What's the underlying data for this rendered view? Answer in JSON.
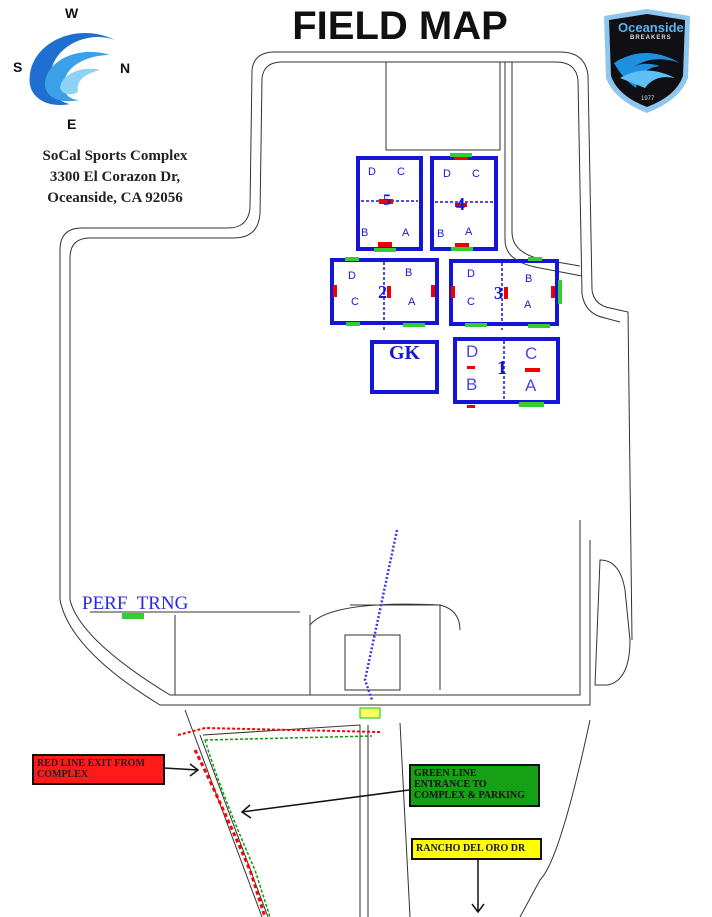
{
  "title": "FIELD MAP",
  "compass": {
    "top": "W",
    "left": "S",
    "right": "N",
    "bottom": "E"
  },
  "address": {
    "line1": "SoCal Sports Complex",
    "line2": "3300 El Corazon Dr,",
    "line3": "Oceanside, CA 92056"
  },
  "logo": {
    "name": "Oceanside",
    "sub": "BREAKERS",
    "year": "1977"
  },
  "fields": [
    {
      "number": "5",
      "quadrants": [
        "D",
        "C",
        "B",
        "A"
      ]
    },
    {
      "number": "4",
      "quadrants": [
        "D",
        "C",
        "B",
        "A"
      ]
    },
    {
      "number": "2",
      "quadrants": [
        "D",
        "B",
        "C",
        "A"
      ]
    },
    {
      "number": "3",
      "quadrants": [
        "D",
        "B",
        "C",
        "A"
      ]
    },
    {
      "number": "1",
      "quadrants": [
        "D",
        "C",
        "B",
        "A"
      ]
    }
  ],
  "gk_label": "GK",
  "perf_label": "PERF  TRNG",
  "notes": {
    "red": "RED LINE EXIT FROM COMPLEX",
    "green": "GREEN LINE ENTRANCE TO COMPLEX & PARKING",
    "yellow": "RANCHO DEL ORO DR"
  },
  "colors": {
    "field": "#1515d8",
    "exit": "#ff0000",
    "entrance": "#0a9a0a",
    "road": "#ffff00"
  }
}
